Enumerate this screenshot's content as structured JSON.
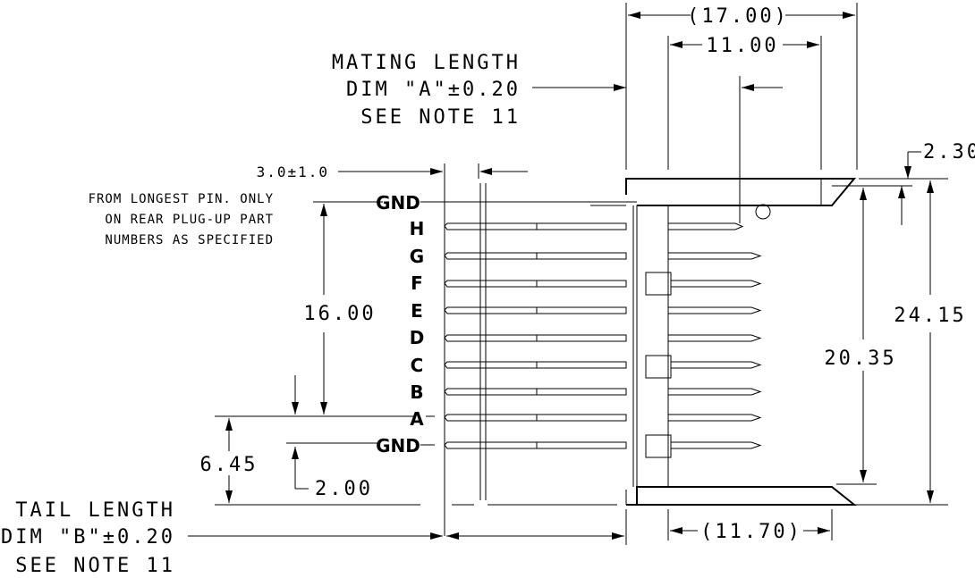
{
  "dims": {
    "d17": "(17.00)",
    "d11": "11.00",
    "d230": "2.30",
    "d3010": "3.0±1.0",
    "d1600": "16.00",
    "d2435": "24.15",
    "d2035": "20.35",
    "d645": "6.45",
    "d200": "2.00",
    "d1170": "(11.70)"
  },
  "notes": {
    "mating": [
      "MATING LENGTH",
      "DIM \"A\"±0.20",
      "SEE NOTE 11"
    ],
    "longest": [
      "FROM LONGEST PIN. ONLY",
      "ON REAR PLUG-UP PART",
      "NUMBERS AS SPECIFIED"
    ],
    "tail": [
      "TAIL LENGTH",
      "DIM \"B\"±0.20",
      "SEE NOTE 11"
    ]
  },
  "pins": [
    "GND",
    "H",
    "G",
    "F",
    "E",
    "D",
    "C",
    "B",
    "A",
    "GND"
  ]
}
